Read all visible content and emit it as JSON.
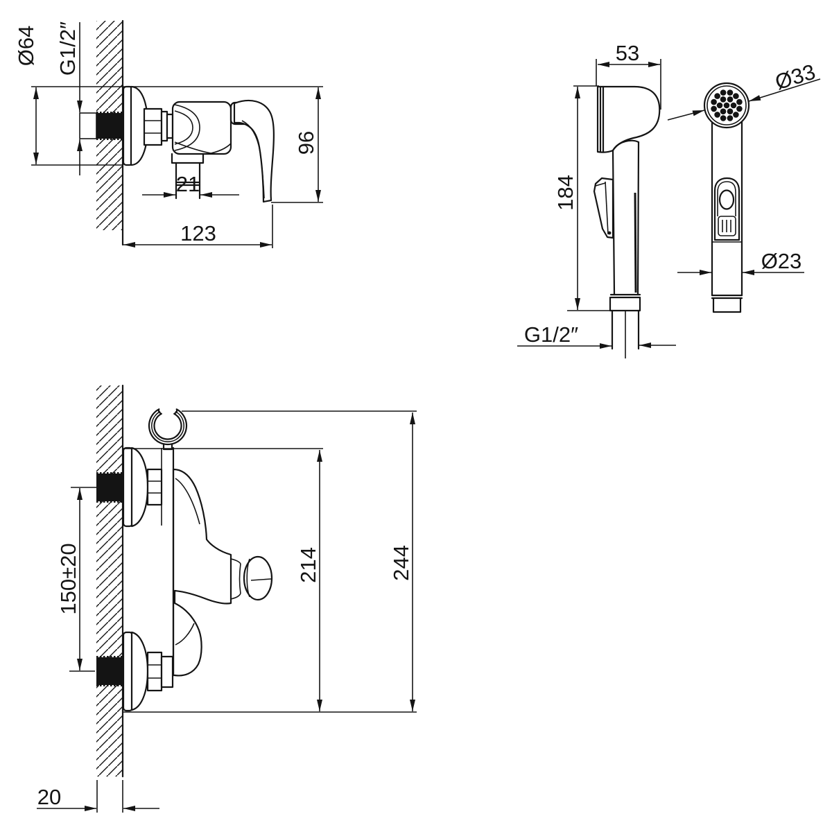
{
  "colors": {
    "background": "#ffffff",
    "line": "#141414"
  },
  "drawing": {
    "views": {
      "mixer_front": {
        "dims": {
          "flange_diameter": "Ø64",
          "wall_connection_thread": "G1/2″",
          "body_height": "96",
          "outlet_width": "21",
          "overall_length": "123"
        }
      },
      "handspray_side": {
        "dims": {
          "head_depth": "53",
          "total_length": "184",
          "hose_connection_thread": "G1/2″"
        }
      },
      "handspray_front": {
        "dims": {
          "spray_face_diameter": "Ø33",
          "handle_diameter": "Ø23"
        }
      },
      "mixer_side": {
        "dims": {
          "inlet_centers_distance": "150±20",
          "holder_height": "214",
          "overall_height": "244",
          "wall_thickness": "20"
        }
      }
    }
  }
}
